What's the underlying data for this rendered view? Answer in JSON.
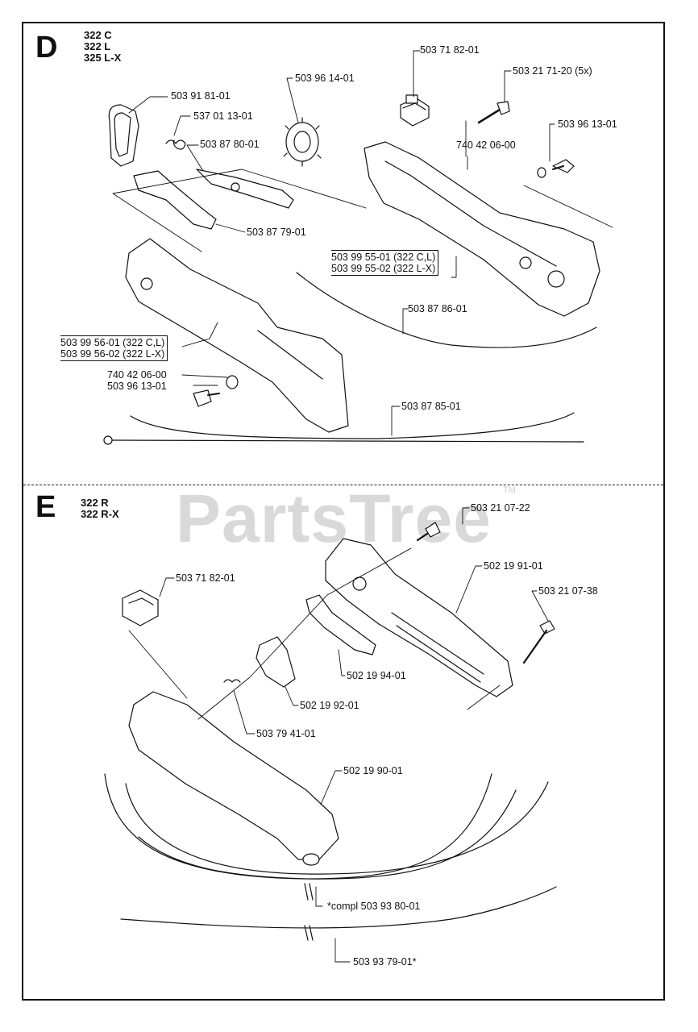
{
  "watermark": {
    "text": "PartsTree",
    "tm": "TM"
  },
  "section_d": {
    "letter": "D",
    "models": [
      "322 C",
      "322 L",
      "325 L-X"
    ],
    "parts": {
      "p1": "503 71 82-01",
      "p2": "503 21 71-20 (5x)",
      "p3": "503 96 14-01",
      "p4": "503 91 81-01",
      "p5": "537 01 13-01",
      "p6": "503 87 80-01",
      "p7": "740 42 06-00",
      "p8": "503 96 13-01",
      "p9": "503 87 79-01",
      "p10a": "503 99 55-01 (322 C,L)",
      "p10b": "503 99 55-02 (322 L-X)",
      "p11": "503 87 86-01",
      "p12a": "503 99 56-01 (322 C,L)",
      "p12b": "503 99 56-02 (322 L-X)",
      "p13": "740 42 06-00",
      "p14": "503 96 13-01",
      "p15": "503 87 85-01"
    }
  },
  "section_e": {
    "letter": "E",
    "models": [
      "322 R",
      "322 R-X"
    ],
    "parts": {
      "p1": "503 21 07-22",
      "p2": "502 19 91-01",
      "p3": "503 71 82-01",
      "p4": "503 21 07-38",
      "p5": "502 19 94-01",
      "p6": "502 19 92-01",
      "p7": "503 79 41-01",
      "p8": "502 19 90-01",
      "p9": "*compl 503 93 80-01",
      "p10": "503 93 79-01*"
    }
  }
}
